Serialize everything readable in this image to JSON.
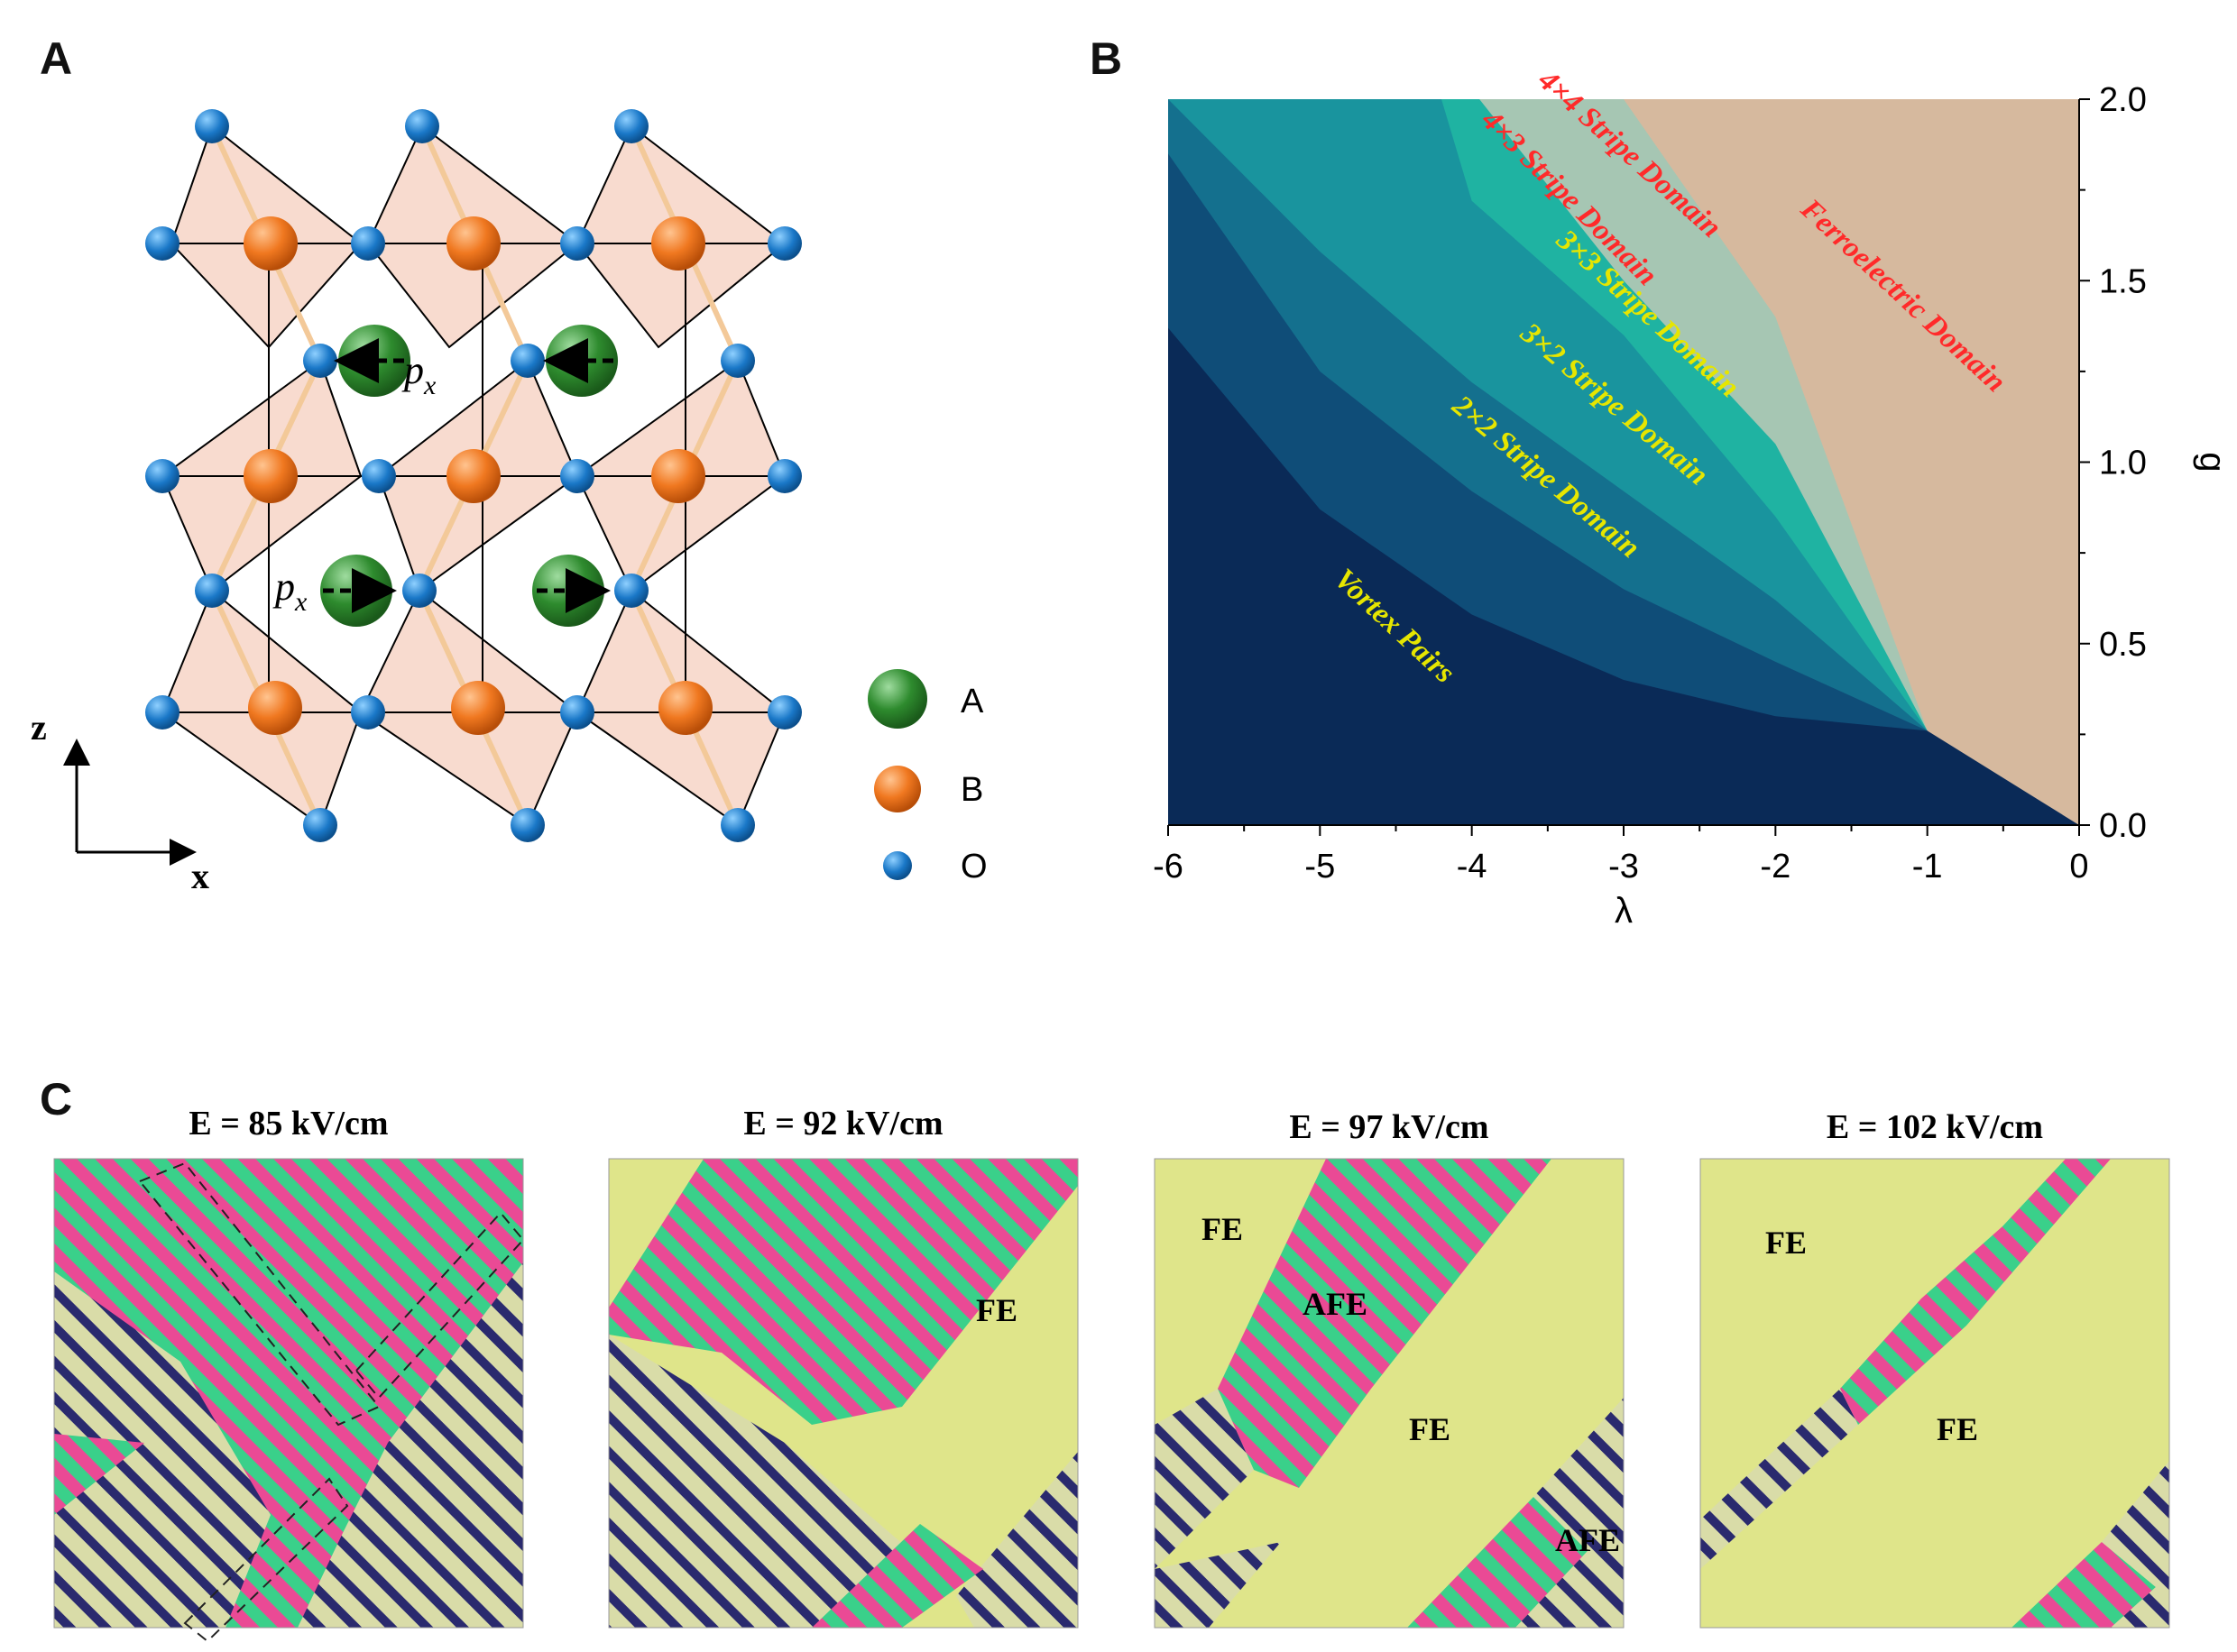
{
  "panels": {
    "a": "A",
    "b": "B",
    "c": "C"
  },
  "panel_a": {
    "axis_z": "z",
    "axis_x": "x",
    "px_label_main": "p",
    "px_label_sub": "x",
    "legend": [
      {
        "label": "A",
        "color": "#2e8b2e"
      },
      {
        "label": "B",
        "color": "#f07820"
      },
      {
        "label": "O",
        "color": "#1a78c8"
      }
    ]
  },
  "chart_data": {
    "type": "area",
    "xlabel": "λ",
    "ylabel": "g",
    "xlim": [
      -6,
      0
    ],
    "ylim": [
      0.0,
      2.0
    ],
    "x_ticks": [
      "-6",
      "-5",
      "-4",
      "-3",
      "-2",
      "-1",
      "0"
    ],
    "y_ticks": [
      "0.0",
      "0.5",
      "1.0",
      "1.5",
      "2.0"
    ],
    "regions": [
      {
        "name": "Vortex Pairs",
        "color": "#0a2a57",
        "label_color": "#e6e600",
        "upper_boundary": [
          [
            -6,
            1.37
          ],
          [
            -5,
            0.87
          ],
          [
            -4,
            0.58
          ],
          [
            -3,
            0.4
          ],
          [
            -2,
            0.3
          ],
          [
            -1,
            0.26
          ],
          [
            0,
            0.0
          ]
        ]
      },
      {
        "name": "2×2 Stripe Domain",
        "color": "#0f4d78",
        "label_color": "#e6e600",
        "upper_boundary": [
          [
            -6,
            1.85
          ],
          [
            -5,
            1.25
          ],
          [
            -4,
            0.92
          ],
          [
            -3,
            0.65
          ],
          [
            -2,
            0.45
          ],
          [
            -1,
            0.26
          ]
        ]
      },
      {
        "name": "3×2 Stripe Domain",
        "color": "#14708e",
        "label_color": "#e6e600",
        "upper_boundary": [
          [
            -6,
            2.0
          ],
          [
            -5,
            1.58
          ],
          [
            -4,
            1.22
          ],
          [
            -3,
            0.92
          ],
          [
            -2,
            0.62
          ],
          [
            -1,
            0.26
          ]
        ]
      },
      {
        "name": "3×3 Stripe Domain",
        "color": "#19949e",
        "label_color": "#e6e600",
        "upper_boundary": [
          [
            -4.2,
            2.0
          ],
          [
            -4,
            1.72
          ],
          [
            -3,
            1.35
          ],
          [
            -2,
            0.85
          ],
          [
            -1,
            0.26
          ]
        ]
      },
      {
        "name": "4×3 Stripe Domain",
        "color": "#1fb3a2",
        "label_color": "#ff2a2a",
        "upper_boundary": [
          [
            -3.95,
            2.0
          ],
          [
            -3,
            1.5
          ],
          [
            -2,
            1.05
          ],
          [
            -1,
            0.26
          ]
        ]
      },
      {
        "name": "4×4 Stripe Domain",
        "color": "#a6c6b3",
        "label_color": "#ff2a2a",
        "upper_boundary": [
          [
            -3,
            2.0
          ],
          [
            -2,
            1.4
          ],
          [
            -1,
            0.26
          ]
        ]
      },
      {
        "name": "Ferroelectric Domain",
        "color": "#d6b99e",
        "label_color": "#ff2a2a"
      }
    ]
  },
  "panel_c": {
    "frames": [
      {
        "title": "E = 85 kV/cm",
        "labels": []
      },
      {
        "title": "E = 92 kV/cm",
        "labels": [
          "FE"
        ]
      },
      {
        "title": "E = 97 kV/cm",
        "labels": [
          "FE",
          "AFE",
          "FE",
          "AFE"
        ]
      },
      {
        "title": "E = 102 kV/cm",
        "labels": [
          "FE",
          "FE"
        ]
      }
    ],
    "colors": {
      "fe": "#dfe58a",
      "afe_a": "#ea4a95",
      "afe_b": "#3ad08a",
      "stripe_dark": "#2a2a6e"
    }
  }
}
